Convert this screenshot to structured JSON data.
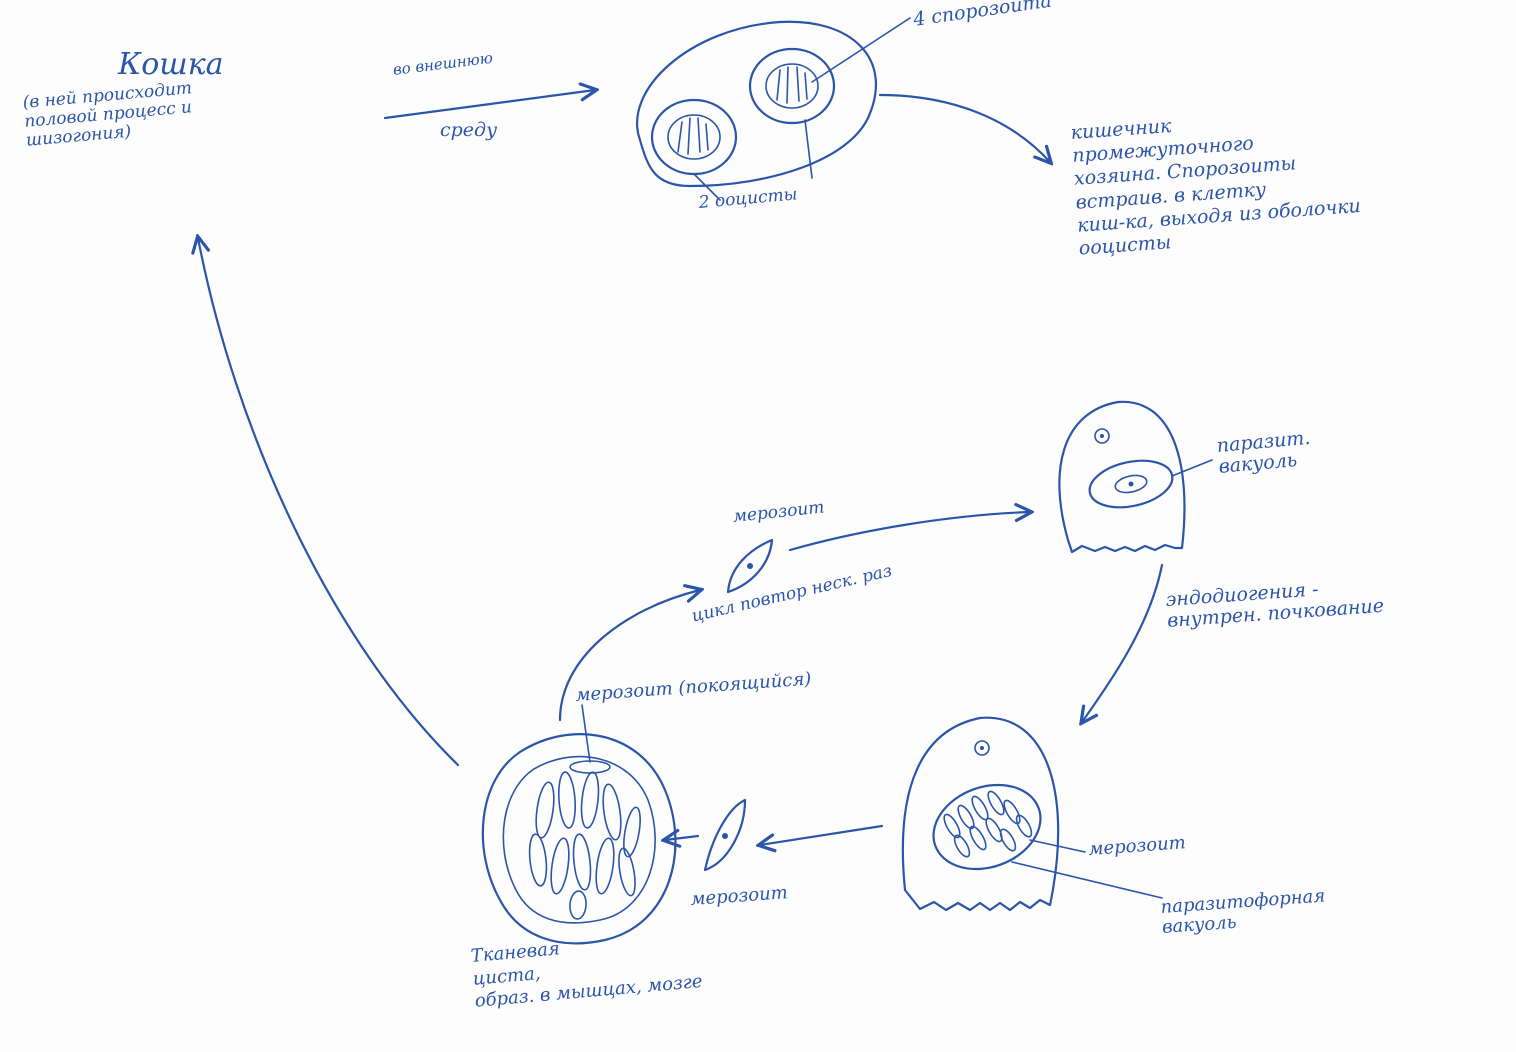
{
  "labels": {
    "cat_title": "Кошка",
    "cat_note": "(в ней происходит\nполовой процесс и\nшизогония)",
    "to_environment_top": "во внешнюю",
    "to_environment_bottom": "среду",
    "sporozoites": "4 спорозоита",
    "oocysts": "2 ооцисты",
    "intestine": "кишечник\nпромежуточного\nхозяина. Спорозоиты\nвстраив. в клетку\nкиш-ка, выходя из оболочки\nооцисты",
    "parasite_vacuole": "паразит.\nвакуоль",
    "endodyogeny": "эндодиогения -\nвнутрен. почкование",
    "merozoite_top": "мерозоит",
    "cycle_repeat": "цикл повтор неск. раз",
    "merozoite_resting": "мерозоит (покоящийся)",
    "merozoite_right": "мерозоит",
    "parasitophorous_vacuole": "паразитофорная\nвакуоль",
    "merozoite_bottom": "мерозоит",
    "tissue_cyst": "Тканевая\nциста,\nобраз. в мышцах, мозге"
  },
  "colors": {
    "ink": "#2a55a8",
    "paper": "#fdfdfd"
  }
}
